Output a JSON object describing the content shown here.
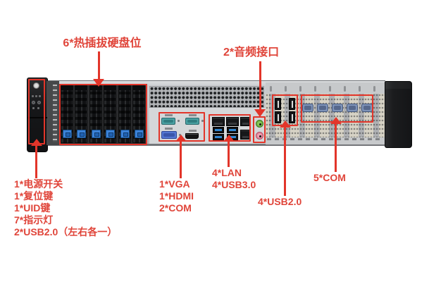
{
  "figure": {
    "annotation_color": "#e2352a",
    "background": "#ffffff",
    "hardware_colors": {
      "chassis_gray": "#c6c8cb",
      "bezel_black": "#17181a",
      "drive_latch_blue": "#3b82d8",
      "usb3_blue": "#2e86d2",
      "com_db9_blue": "#7e93b8",
      "audio_line_out_green": "#5fa234",
      "audio_mic_pink": "#d96e86"
    }
  },
  "callouts": {
    "drive_bays": "6*热插拔硬盘位",
    "audio": "2*音频接口",
    "front_panel": [
      "1*电源开关",
      "1*复位键",
      "1*UID键",
      "7*指示灯",
      "2*USB2.0（左右各一）"
    ],
    "video_io": [
      "1*VGA",
      "1*HDMI",
      "2*COM"
    ],
    "lan_usb3": [
      "4*LAN",
      "4*USB3.0"
    ],
    "usb2_rear": "4*USB2.0",
    "com_rear": "5*COM"
  }
}
